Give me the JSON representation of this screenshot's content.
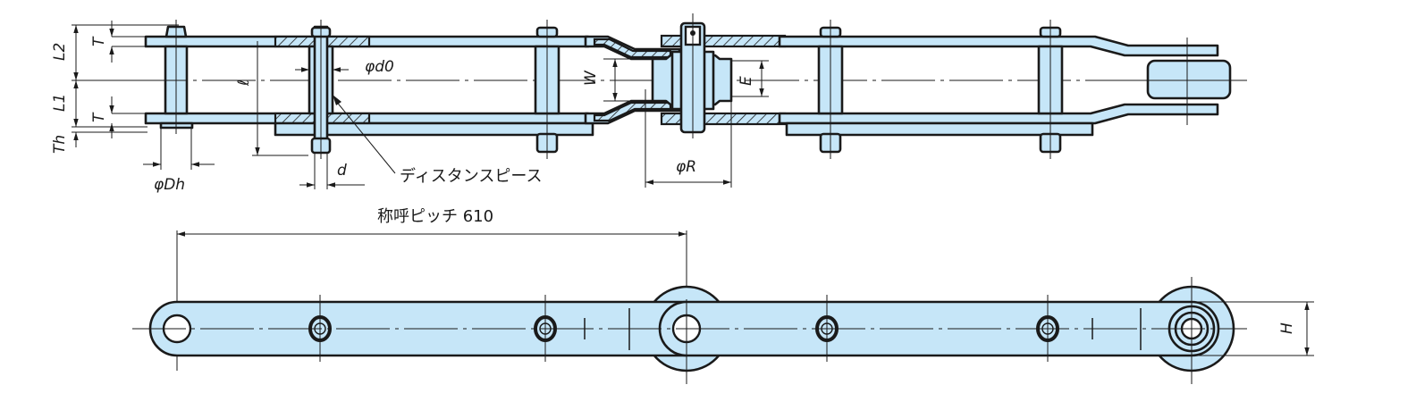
{
  "title": "Chain dimension drawing",
  "colors": {
    "part_fill": "#c6e6f8",
    "line": "#1a1a1a",
    "background": "#ffffff"
  },
  "top_view": {
    "labels": {
      "L2": "L2",
      "L1": "L1",
      "T_top": "T",
      "T_bottom": "T",
      "Th": "Th",
      "Dh": "φDh",
      "l": "ℓ",
      "d0": "φd0",
      "d": "d",
      "W": "W",
      "E": "E",
      "R": "φR"
    },
    "callout_distance_piece": "ディスタンスピース"
  },
  "side_view": {
    "pitch_label": "称呼ピッチ 610",
    "H": "H"
  }
}
